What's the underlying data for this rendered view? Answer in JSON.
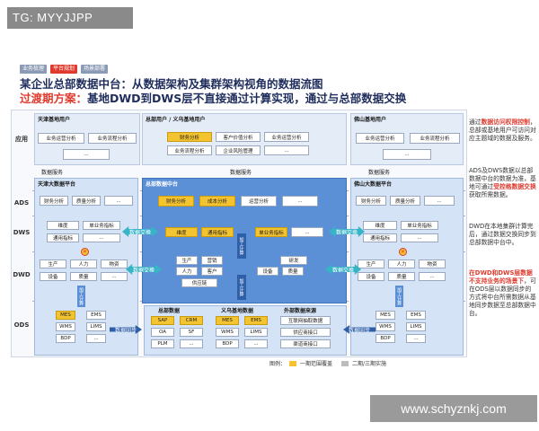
{
  "watermark_top": "TG: MYYJJPP",
  "watermark_bottom": "www.schyznkj.com",
  "tabs": [
    "业务梳理",
    "平台规划",
    "场景部署"
  ],
  "title_line1": "某企业总部数据中台：从数据架构及集群架构视角的数据流图",
  "title_line2_prefix": "过渡期方案：",
  "title_line2_rest": "基地DWD到DWS层不直接通过计算实现，通过与总部数据交换",
  "rows": {
    "app": "应用",
    "ads": "ADS",
    "dws": "DWS",
    "dwd": "DWD",
    "ods": "ODS"
  },
  "app": {
    "tianjin_title": "天津基地用户",
    "tianjin_items": [
      "业务运营分析",
      "业务流程分析",
      "..."
    ],
    "hq_title": "总部用户 / 义乌基地用户",
    "hq_items": [
      "财务分析",
      "客户价值分析",
      "业务运营分析",
      "业务流程分析",
      "企业风险管理",
      "..."
    ],
    "foshan_title": "佛山基地用户",
    "foshan_items": [
      "业务运营分析",
      "业务流程分析",
      "..."
    ]
  },
  "data_service": "数据服务",
  "platform": {
    "tianjin": "天津大数据平台",
    "hq": "总部数据中台",
    "foshan": "佛山大数据平台"
  },
  "ads": {
    "tianjin": [
      "财务分析",
      "质量分析",
      "..."
    ],
    "hq": [
      "财务分析",
      "成本分析",
      "运营分析",
      "..."
    ],
    "foshan": [
      "财务分析",
      "质量分析",
      "..."
    ]
  },
  "dws": {
    "tianjin": [
      "维度",
      "单业务指标",
      "通用指标",
      "..."
    ],
    "hq": [
      "维度",
      "通用指标",
      "单业务指标",
      "..."
    ],
    "foshan": [
      "维度",
      "单业务指标",
      "通用指标",
      "..."
    ],
    "exchange": "数据交换"
  },
  "dwd": {
    "tianjin": [
      "生产",
      "人力",
      "物资",
      "设备",
      "质量",
      "..."
    ],
    "hq": [
      "生产",
      "营销",
      "人力",
      "客户",
      "供应链",
      "研发",
      "设备",
      "质量"
    ],
    "foshan": [
      "生产",
      "人力",
      "物资",
      "设备",
      "质量",
      "..."
    ],
    "calc": "加工计算",
    "exchange": "数据交换"
  },
  "ods": {
    "tianjin": [
      "MES",
      "EMS",
      "WMS",
      "LIMS",
      "BDP",
      "..."
    ],
    "hq_title": "总部数据",
    "hq": [
      "SAP",
      "CRM",
      "OA",
      "SF",
      "PLM",
      "..."
    ],
    "yiwu_title": "义乌基地数据",
    "yiwu": [
      "MES",
      "EMS",
      "WMS",
      "LIMS",
      "BDP",
      "..."
    ],
    "ext_title": "外部数据来源",
    "ext": [
      "互联网抽取数据",
      "供应商接口",
      "渠道商接口"
    ],
    "foshan": [
      "MES",
      "EMS",
      "WMS",
      "LIMS",
      "BDP",
      "..."
    ],
    "sync": "数据同步",
    "calc": "加工计算"
  },
  "side_notes": [
    {
      "plain_before": "通过",
      "red": "数据访问权限控制",
      "plain_after": "，总部或基地用户可访问对应主题域的数据及服务。"
    },
    {
      "plain_before": "ADS及DWS数据以总部数据中台的数据为准，基地可通过",
      "red": "受控格数据交换",
      "plain_after": "获取所需数据。"
    },
    {
      "plain_before": "DWD在本地集群计算完后，通过数据交换同步到总部数据中台中。",
      "red": "",
      "plain_after": ""
    },
    {
      "plain_before": "",
      "red": "在DWD和DWS层数据不支持业务的场景下",
      "plain_after": "，可在ODS层以数据同步的方式将中台所需数据从基地同步数据至总部数据中台。"
    }
  ],
  "legend": {
    "label": "图例：",
    "item1": "一期范围覆盖",
    "item2": "二期/三期实施"
  },
  "colors": {
    "primary_blue": "#5b8fd6",
    "highlight_yellow": "#f4c430",
    "red": "#e03a2e",
    "title_navy": "#1f2d5c"
  }
}
